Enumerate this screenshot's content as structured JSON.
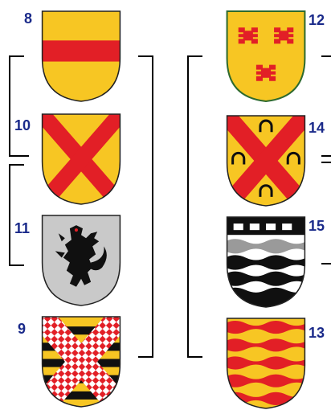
{
  "labels": {
    "n8": "8",
    "n10": "10",
    "n11": "11",
    "n9": "9",
    "n12": "12",
    "n14": "14",
    "n15": "15",
    "n13": "13"
  },
  "colors": {
    "gold": "#f7c623",
    "red": "#e21f26",
    "silver": "#c9c9c9",
    "black": "#101010",
    "white": "#ffffff",
    "label_blue": "#1a2a8a",
    "line": "#000000"
  },
  "shields": [
    {
      "number": "8",
      "design": "gold-with-red-fess"
    },
    {
      "number": "10",
      "design": "gold-with-red-saltire"
    },
    {
      "number": "11",
      "design": "silver-with-black-rampant-lion"
    },
    {
      "number": "9",
      "design": "gold-black-bars-with-red-white-checky-saltire"
    },
    {
      "number": "12",
      "design": "gold-with-three-red-cross-moline-charges"
    },
    {
      "number": "14",
      "design": "gold-red-saltire-with-four-black-horseshoes"
    },
    {
      "number": "15",
      "design": "black-and-white-wavy-with-wall"
    },
    {
      "number": "13",
      "design": "gold-and-red-wavy-bars"
    }
  ]
}
